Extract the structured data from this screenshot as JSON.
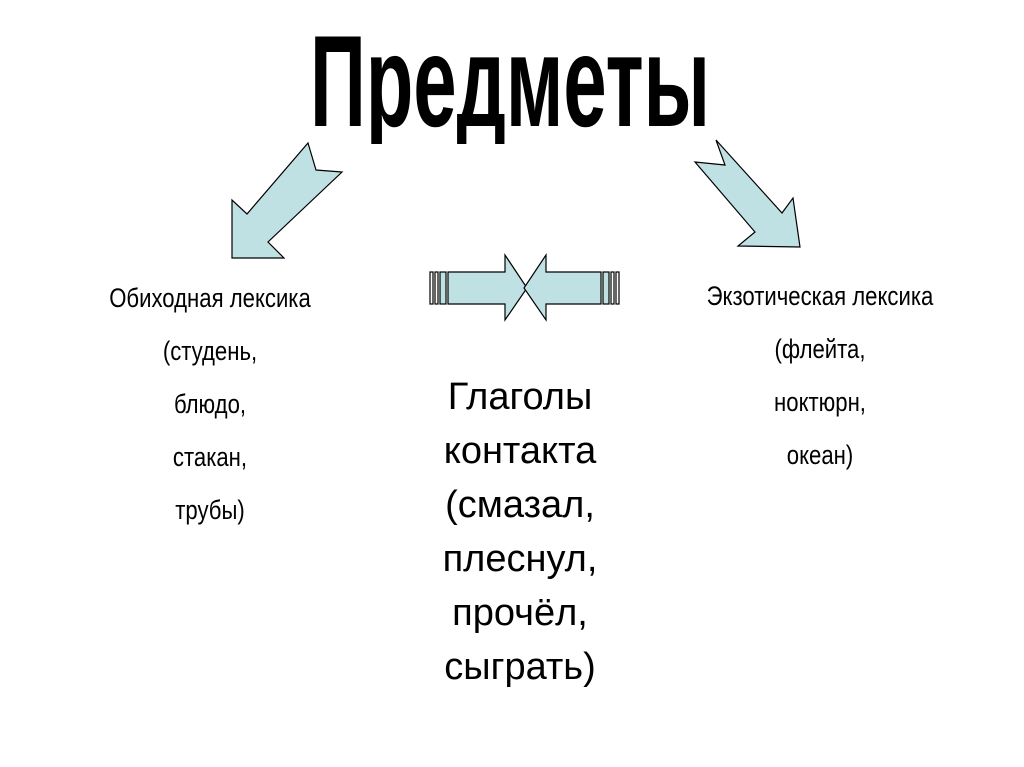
{
  "title": "Предметы",
  "left_block": {
    "heading": "Обиходная лексика",
    "lines": [
      "(студень,",
      "блюдо,",
      "стакан,",
      "трубы)"
    ]
  },
  "right_block": {
    "heading": "Экзотическая лексика",
    "lines": [
      "(флейта,",
      "ноктюрн,",
      "океан)"
    ]
  },
  "center_block": {
    "lines": [
      "Глаголы",
      "контакта",
      "(смазал,",
      "плеснул,",
      "прочёл,",
      "сыграть)"
    ]
  },
  "colors": {
    "arrow_fill": "#bfe1e4",
    "arrow_stroke": "#000000"
  }
}
